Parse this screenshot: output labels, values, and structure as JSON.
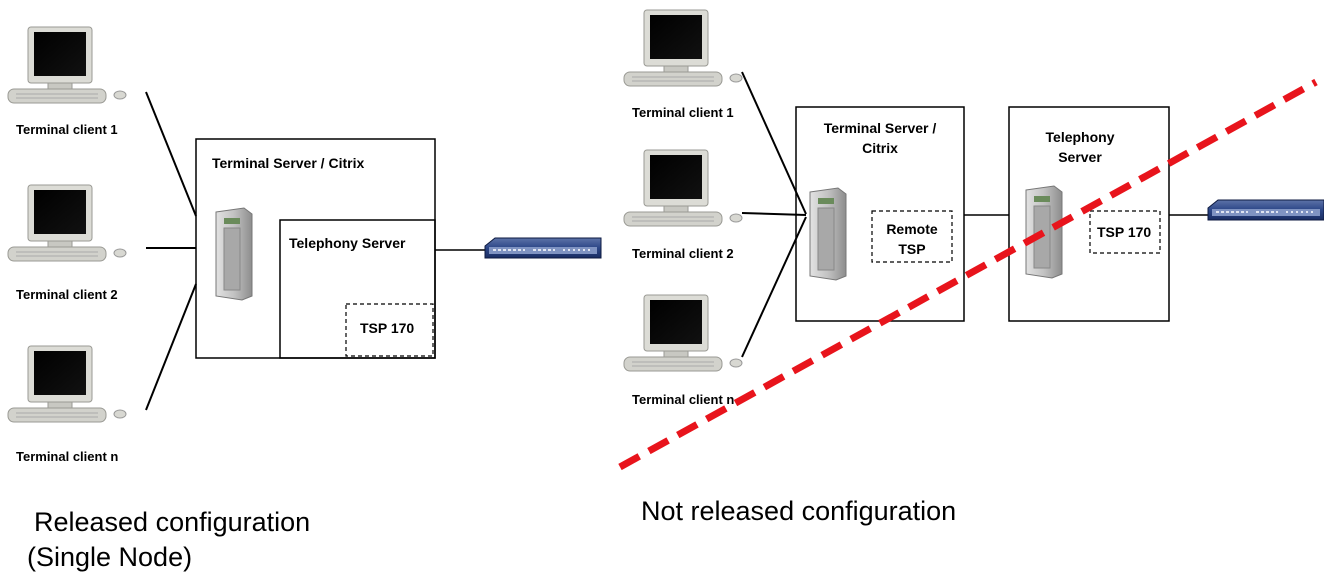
{
  "left": {
    "clients": [
      "Terminal client 1",
      "Terminal client 2",
      "Terminal client n"
    ],
    "server_label": "Terminal Server / Citrix",
    "telephony_label": "Telephony Server",
    "tsp_label": "TSP 170",
    "caption_line1": "Released configuration",
    "caption_line2": "(Single Node)"
  },
  "right": {
    "clients": [
      "Terminal client 1",
      "Terminal client 2",
      "Terminal client n"
    ],
    "server_label_line1": "Terminal Server /",
    "server_label_line2": "Citrix",
    "remote_tsp_line1": "Remote",
    "remote_tsp_line2": "TSP",
    "telephony_label_line1": "Telephony",
    "telephony_label_line2": "Server",
    "tsp_label": "TSP 170",
    "caption": "Not released configuration"
  },
  "colors": {
    "strike": "#e8141c",
    "box_stroke": "#000000",
    "switch_blue": "#1f3a80"
  },
  "icons": {
    "client": "computer-icon",
    "server": "server-tower-icon",
    "switch": "network-switch-icon"
  }
}
